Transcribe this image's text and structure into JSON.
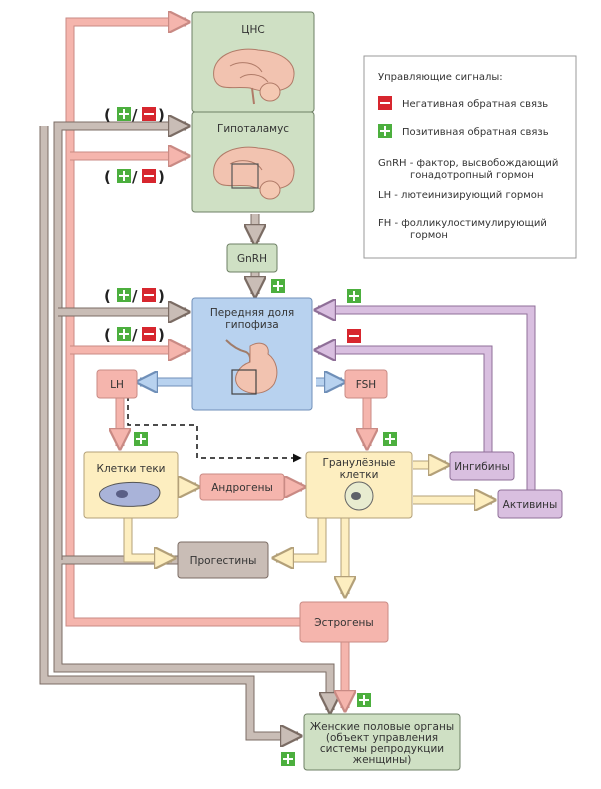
{
  "nodes": {
    "cns": "ЦНС",
    "hypothalamus": "Гипоталамус",
    "gnrh": "GnRH",
    "pituitary": [
      "Передняя доля",
      "гипофиза"
    ],
    "lh": "LH",
    "fsh": "FSH",
    "theca": "Клетки теки",
    "androgens": "Андрогены",
    "granulosa": [
      "Гранулёзные",
      "клетки"
    ],
    "inhibins": "Ингибины",
    "activins": "Активины",
    "progestins": "Прогестины",
    "estrogens": "Эстрогены",
    "target": [
      "Женские половые органы",
      "(объект управления",
      "системы репродукции",
      "женщины)"
    ]
  },
  "legend": {
    "title": "Управляющие сигналы:",
    "negative": "Негативная обратная связь",
    "positive": "Позитивная обратная связь",
    "gnrh_def": [
      "GnRH - фактор, высвобождающий",
      "гонадотропный гормон"
    ],
    "lh_def": "LH - лютеинизирующий гормон",
    "fsh_def": [
      "FH - фолликулостимулирующий",
      "гормон"
    ]
  },
  "signs": {
    "open": "(",
    "slash": "/",
    "close": ")"
  },
  "colors": {
    "pink": "#f5b5ad",
    "pink_border": "#c98a84",
    "grey": "#c9bdb6",
    "grey_border": "#7b6c64",
    "lilac": "#d9bfe0",
    "lilac_border": "#8f6f98",
    "yellow": "#fdeec0",
    "yellow_border": "#b3a079",
    "green_box": "#cfe0c4",
    "green_border": "#6d7f64",
    "blue_box": "#b8d2ef",
    "blue_border": "#6f8fb8",
    "plus": "#4caf3e",
    "minus": "#d7262e"
  }
}
